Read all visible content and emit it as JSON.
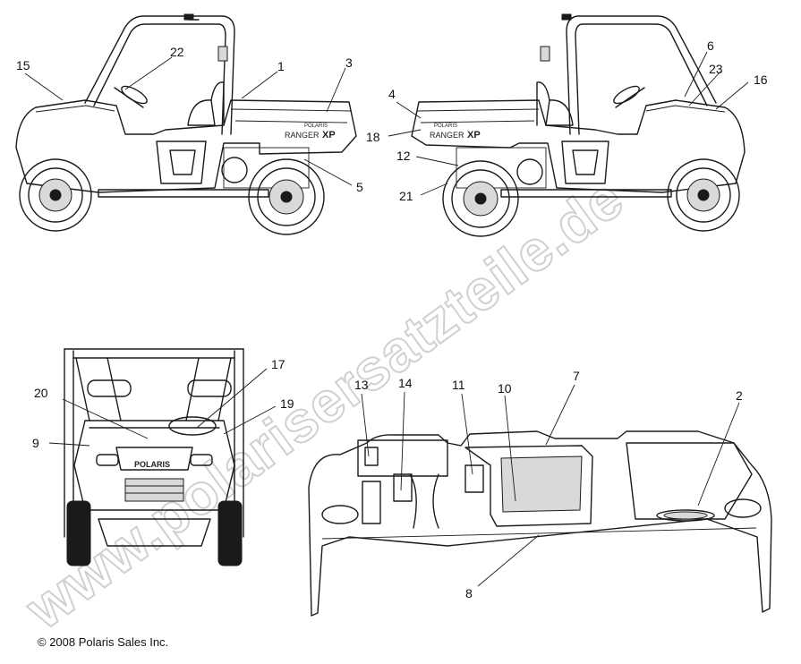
{
  "callouts": {
    "c1": "1",
    "c2": "2",
    "c3": "3",
    "c4": "4",
    "c5": "5",
    "c6": "6",
    "c7": "7",
    "c8": "8",
    "c9": "9",
    "c10": "10",
    "c11": "11",
    "c12": "12",
    "c13": "13",
    "c14": "14",
    "c15": "15",
    "c16": "16",
    "c17": "17",
    "c18": "18",
    "c19": "19",
    "c20": "20",
    "c21": "21",
    "c22": "22",
    "c23": "23"
  },
  "decals": {
    "ranger_left": "RANGER",
    "xp_left": "XP",
    "ranger_right": "RANGER",
    "xp_right": "XP",
    "polaris_left": "POLARIS",
    "polaris_right": "POLARIS",
    "polaris_front": "POLARIS"
  },
  "watermark": "www.polarisersatzteile.de",
  "copyright": "© 2008 Polaris Sales Inc."
}
